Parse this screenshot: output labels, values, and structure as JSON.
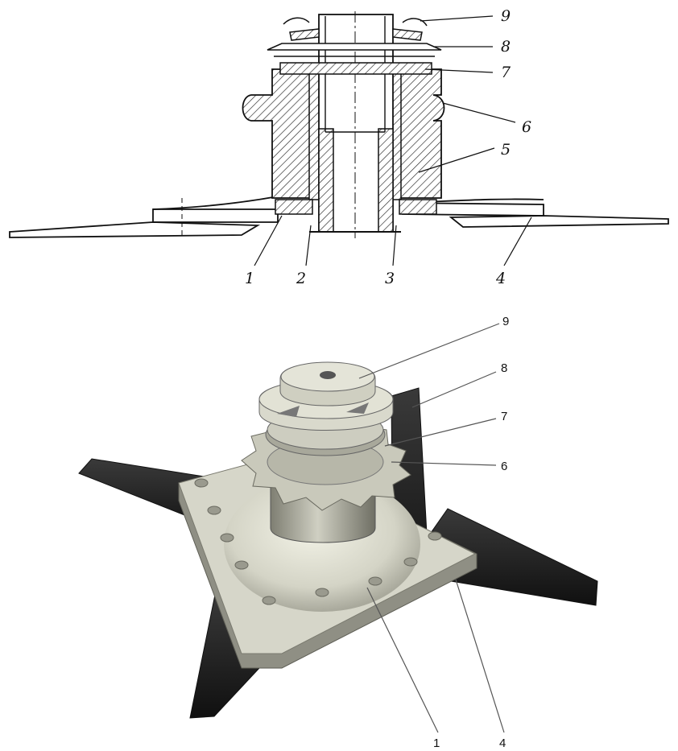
{
  "section_labels": [
    "9",
    "8",
    "7",
    "6",
    "5",
    "1",
    "2",
    "3",
    "4"
  ],
  "render_labels": [
    "9",
    "8",
    "7",
    "6",
    "1",
    "4"
  ]
}
